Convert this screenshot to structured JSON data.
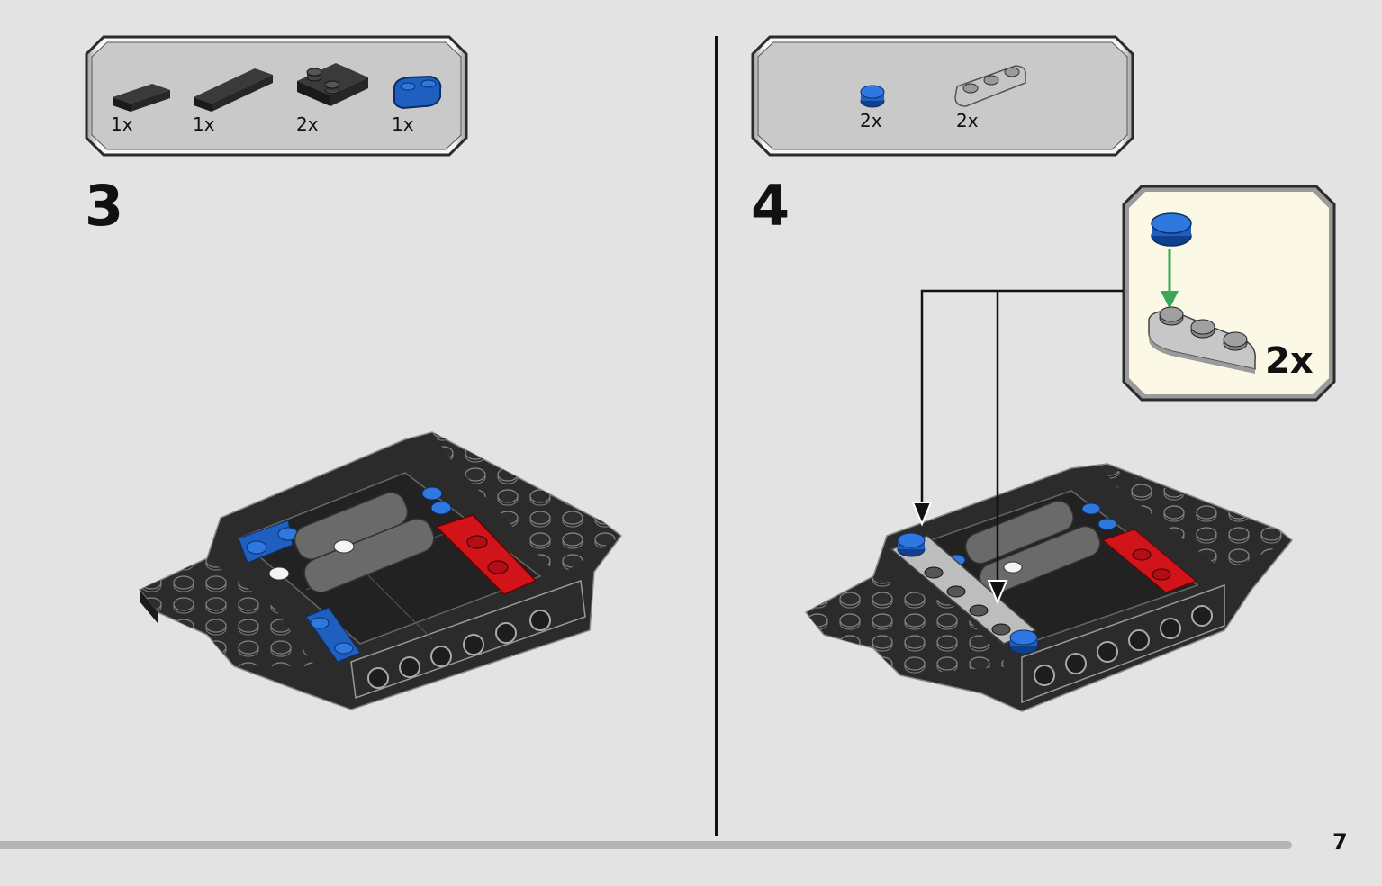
{
  "steps": [
    {
      "number": "3",
      "parts": [
        {
          "name": "black-tile-1x2",
          "qty": "1x"
        },
        {
          "name": "black-tile-1x4",
          "qty": "1x"
        },
        {
          "name": "black-plate-2x2-jumper",
          "qty": "2x"
        },
        {
          "name": "blue-plate-1x2-rounded",
          "qty": "1x"
        }
      ]
    },
    {
      "number": "4",
      "parts": [
        {
          "name": "blue-round-plate-1x1",
          "qty": "2x"
        },
        {
          "name": "grey-plate-1x3-rounded",
          "qty": "2x"
        }
      ],
      "callout": {
        "qty": "2x"
      }
    }
  ],
  "colors": {
    "background": "#e3e3e3",
    "black_brick": "#2b2b2b",
    "blue": "#1f5fbf",
    "red": "#d0141a",
    "callout_bg": "#fbf8e6",
    "arrow_green": "#3aa656"
  },
  "page": {
    "number": "7",
    "progress": 0.935
  }
}
